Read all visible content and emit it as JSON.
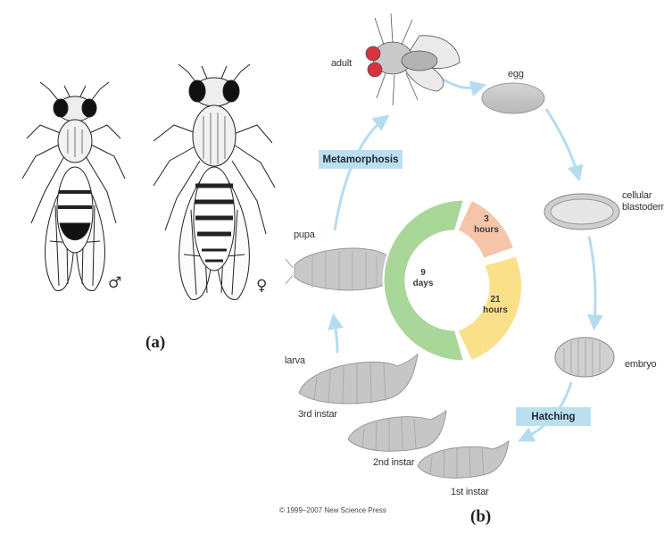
{
  "panel_a": {
    "label": "(a)",
    "male_symbol": "♂",
    "female_symbol": "♀"
  },
  "panel_b": {
    "label": "(b)",
    "stages": {
      "adult": "adult",
      "egg": "egg",
      "cellular": "cellular",
      "blastoderm": "blastoderm",
      "embryo": "embryo",
      "first_instar": "1st instar",
      "second_instar": "2nd instar",
      "third_instar": "3rd instar",
      "larva": "larva",
      "pupa": "pupa"
    },
    "events": {
      "metamorphosis": "Metamorphosis",
      "hatching": "Hatching"
    },
    "cycle": {
      "segments": [
        {
          "line1": "3",
          "line2": "hours",
          "color": "#f6c4a9"
        },
        {
          "line1": "21",
          "line2": "hours",
          "color": "#fbe08a"
        },
        {
          "line1": "9",
          "line2": "days",
          "color": "#a9d79a"
        }
      ]
    },
    "copyright": "© 1999–2007 New Science Press"
  },
  "colors": {
    "arrow": "#b6dcf0",
    "box": "#bcdff0",
    "body_gray": "#c2c2c2",
    "eye_red": "#d8323c"
  }
}
